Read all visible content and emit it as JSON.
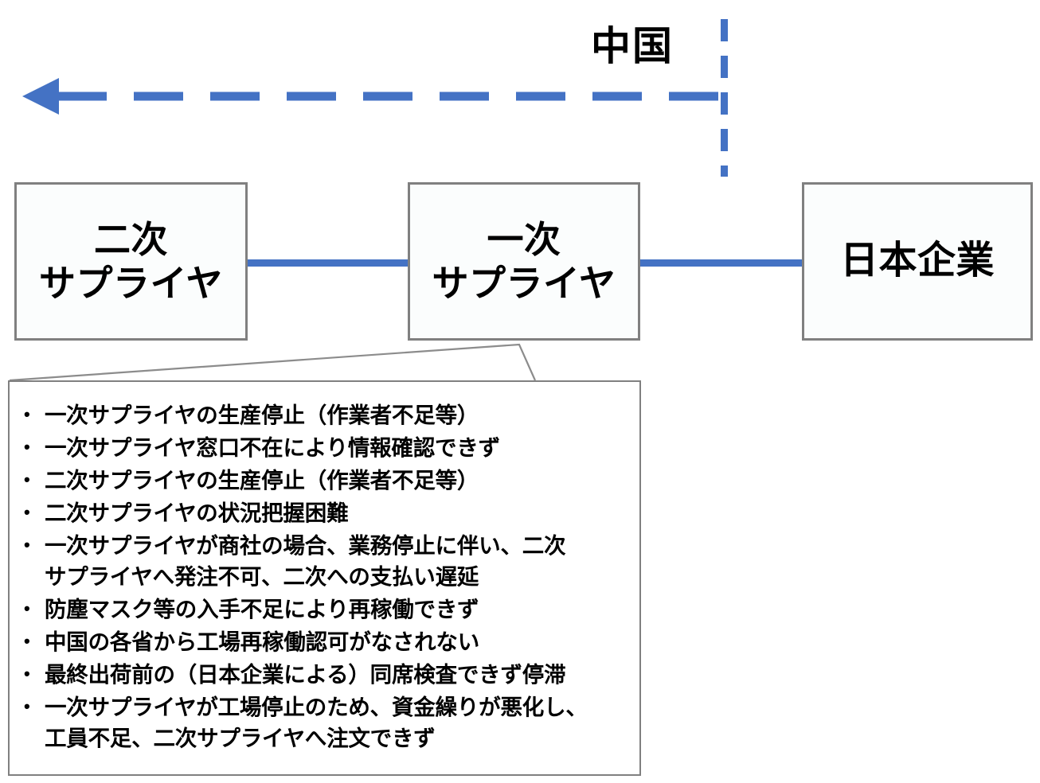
{
  "diagram": {
    "title_region": {
      "china_label": "中国"
    },
    "nodes": [
      {
        "id": "secondary-supplier",
        "label": "二次\nサプライヤ"
      },
      {
        "id": "primary-supplier",
        "label": "一次\nサプライヤ"
      },
      {
        "id": "japanese-company",
        "label": "日本企業"
      }
    ],
    "connectors": [
      {
        "from": "secondary-supplier",
        "to": "primary-supplier",
        "style": "solid",
        "color": "#4472c4"
      },
      {
        "from": "primary-supplier",
        "to": "japanese-company",
        "style": "solid",
        "color": "#4472c4"
      }
    ],
    "boundary": {
      "name": "china-border",
      "style": "dashed",
      "orientation": "vertical",
      "color": "#4472c4"
    },
    "flow_arrow": {
      "name": "supply-flow-arrow",
      "direction": "left",
      "style": "dashed",
      "color": "#4472c4"
    },
    "callout": {
      "source_node": "primary-supplier",
      "items": [
        "一次サプライヤの生産停止（作業者不足等）",
        "一次サプライヤ窓口不在により情報確認できず",
        "二次サプライヤの生産停止（作業者不足等）",
        "二次サプライヤの状況把握困難",
        "一次サプライヤが商社の場合、業務停止に伴い、二次\nサプライヤへ発注不可、二次への支払い遅延",
        "防塵マスク等の入手不足により再稼働できず",
        "中国の各省から工場再稼働認可がなされない",
        "最終出荷前の（日本企業による）同席検査できず停滞",
        "一次サプライヤが工場停止のため、資金繰りが悪化し、\n工員不足、二次サプライヤへ注文できず"
      ]
    },
    "colors": {
      "accent_blue": "#4472c4",
      "box_border_gray": "#808080",
      "box_fill": "#fbfdfd",
      "text_black": "#000000"
    }
  }
}
